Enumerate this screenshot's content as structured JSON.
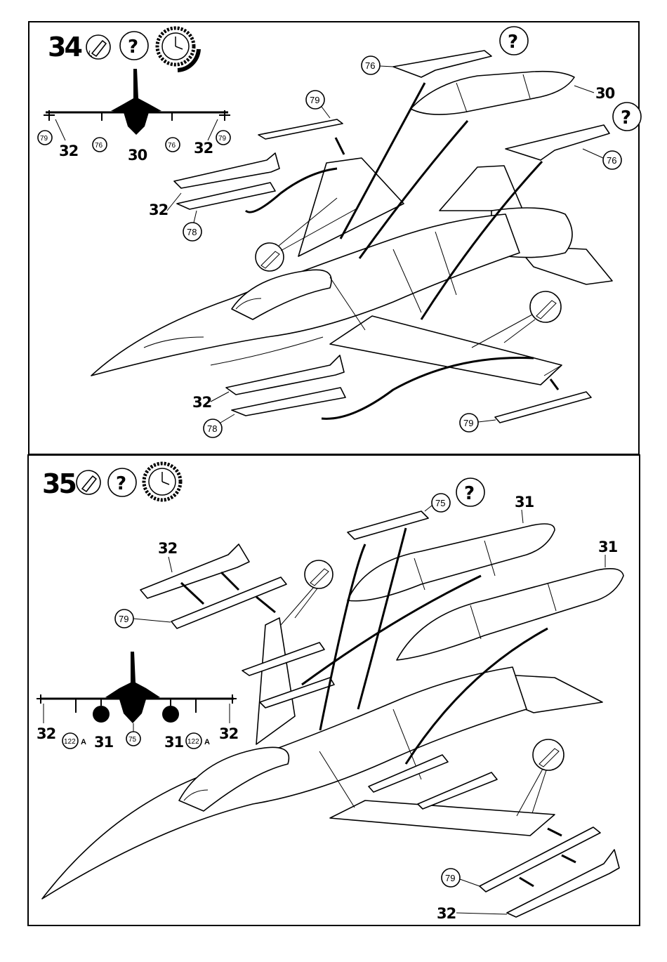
{
  "step_34": {
    "number": "34",
    "icons": [
      "glue-tube-icon",
      "question-icon",
      "clock-icon"
    ],
    "question_mark": "?",
    "scheme": {
      "labels_small": [
        "79",
        "76",
        "76",
        "79"
      ],
      "labels_big": [
        "32",
        "30",
        "32"
      ]
    },
    "callouts": {
      "fuel_tank_center": "30",
      "pylon_top": "76",
      "pylon_right": "76",
      "rail_top": "79",
      "rail_bottom_right": "79",
      "missile_left": "32",
      "missile_bottom": "32",
      "launcher_left": "78",
      "launcher_bottom": "78"
    }
  },
  "step_35": {
    "number": "35",
    "icons": [
      "glue-tube-icon",
      "question-icon",
      "clock-icon"
    ],
    "question_mark": "?",
    "scheme": {
      "left_tip": "32",
      "right_tip": "32",
      "left_rail": "122",
      "right_rail": "122",
      "rail_suffix": "A",
      "left_tank": "31",
      "right_tank": "31",
      "center": "75"
    },
    "callouts": {
      "pylon_center": "75",
      "tank_left": "31",
      "tank_right": "31",
      "missile_top_left": "32",
      "rail_left": "79",
      "rail_bottom_right": "79",
      "missile_bottom_right": "32"
    }
  },
  "colors": {
    "ink": "#000000",
    "paper": "#ffffff"
  }
}
